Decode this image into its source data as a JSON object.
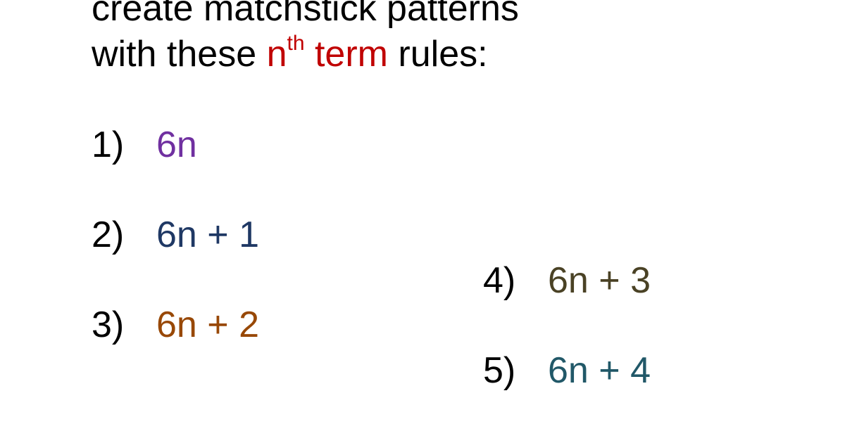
{
  "heading": {
    "line1": "create matchstick patterns",
    "line2_prefix": "with these ",
    "line2_n": "n",
    "line2_sup": "th",
    "line2_term": " term",
    "line2_suffix": " rules:"
  },
  "colors": {
    "highlight": "#c00000",
    "rule1": "#7030a0",
    "rule2": "#1f3864",
    "rule3": "#984806",
    "rule4": "#4a4225",
    "rule5": "#215868"
  },
  "rules": [
    {
      "number": "1)",
      "expression": "6n"
    },
    {
      "number": "2)",
      "expression": "6n + 1"
    },
    {
      "number": "3)",
      "expression": "6n + 2"
    },
    {
      "number": "4)",
      "expression": "6n + 3"
    },
    {
      "number": "5)",
      "expression": "6n + 4"
    }
  ]
}
